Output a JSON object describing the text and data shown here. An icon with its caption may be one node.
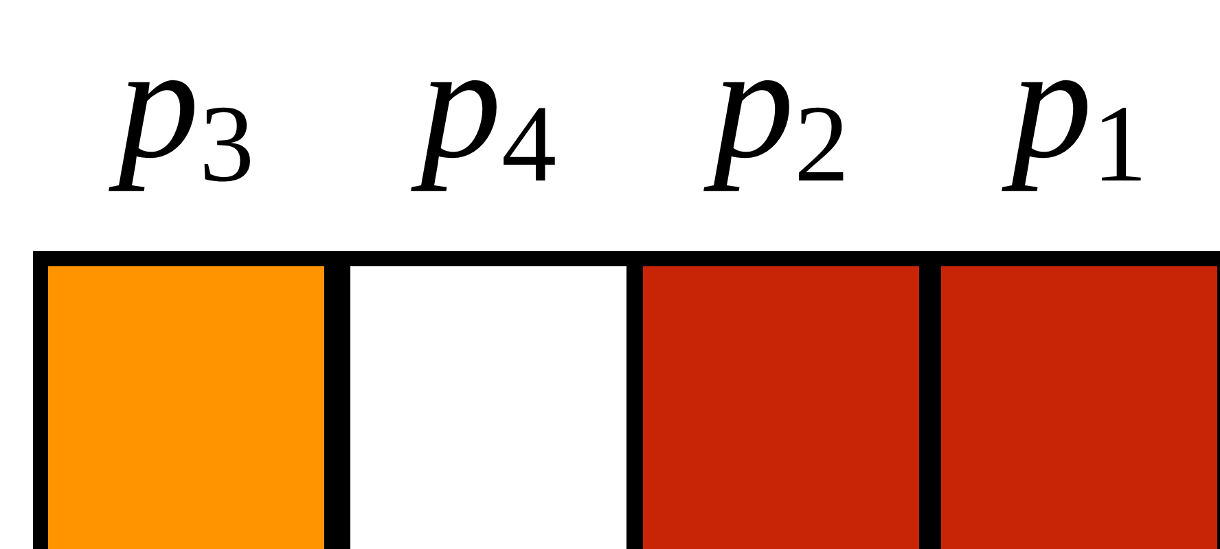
{
  "diagram": {
    "nodes": [
      {
        "text": [
          "*p*$_{3}$"
        ]
      },
      {
        "text": [
          "*p*$_{4}$"
        ]
      },
      {
        "text": [
          "*p*$_{2}$"
        ]
      },
      {
        "text": [
          "*p*$_{1}$"
        ]
      }
    ]
  }
}
